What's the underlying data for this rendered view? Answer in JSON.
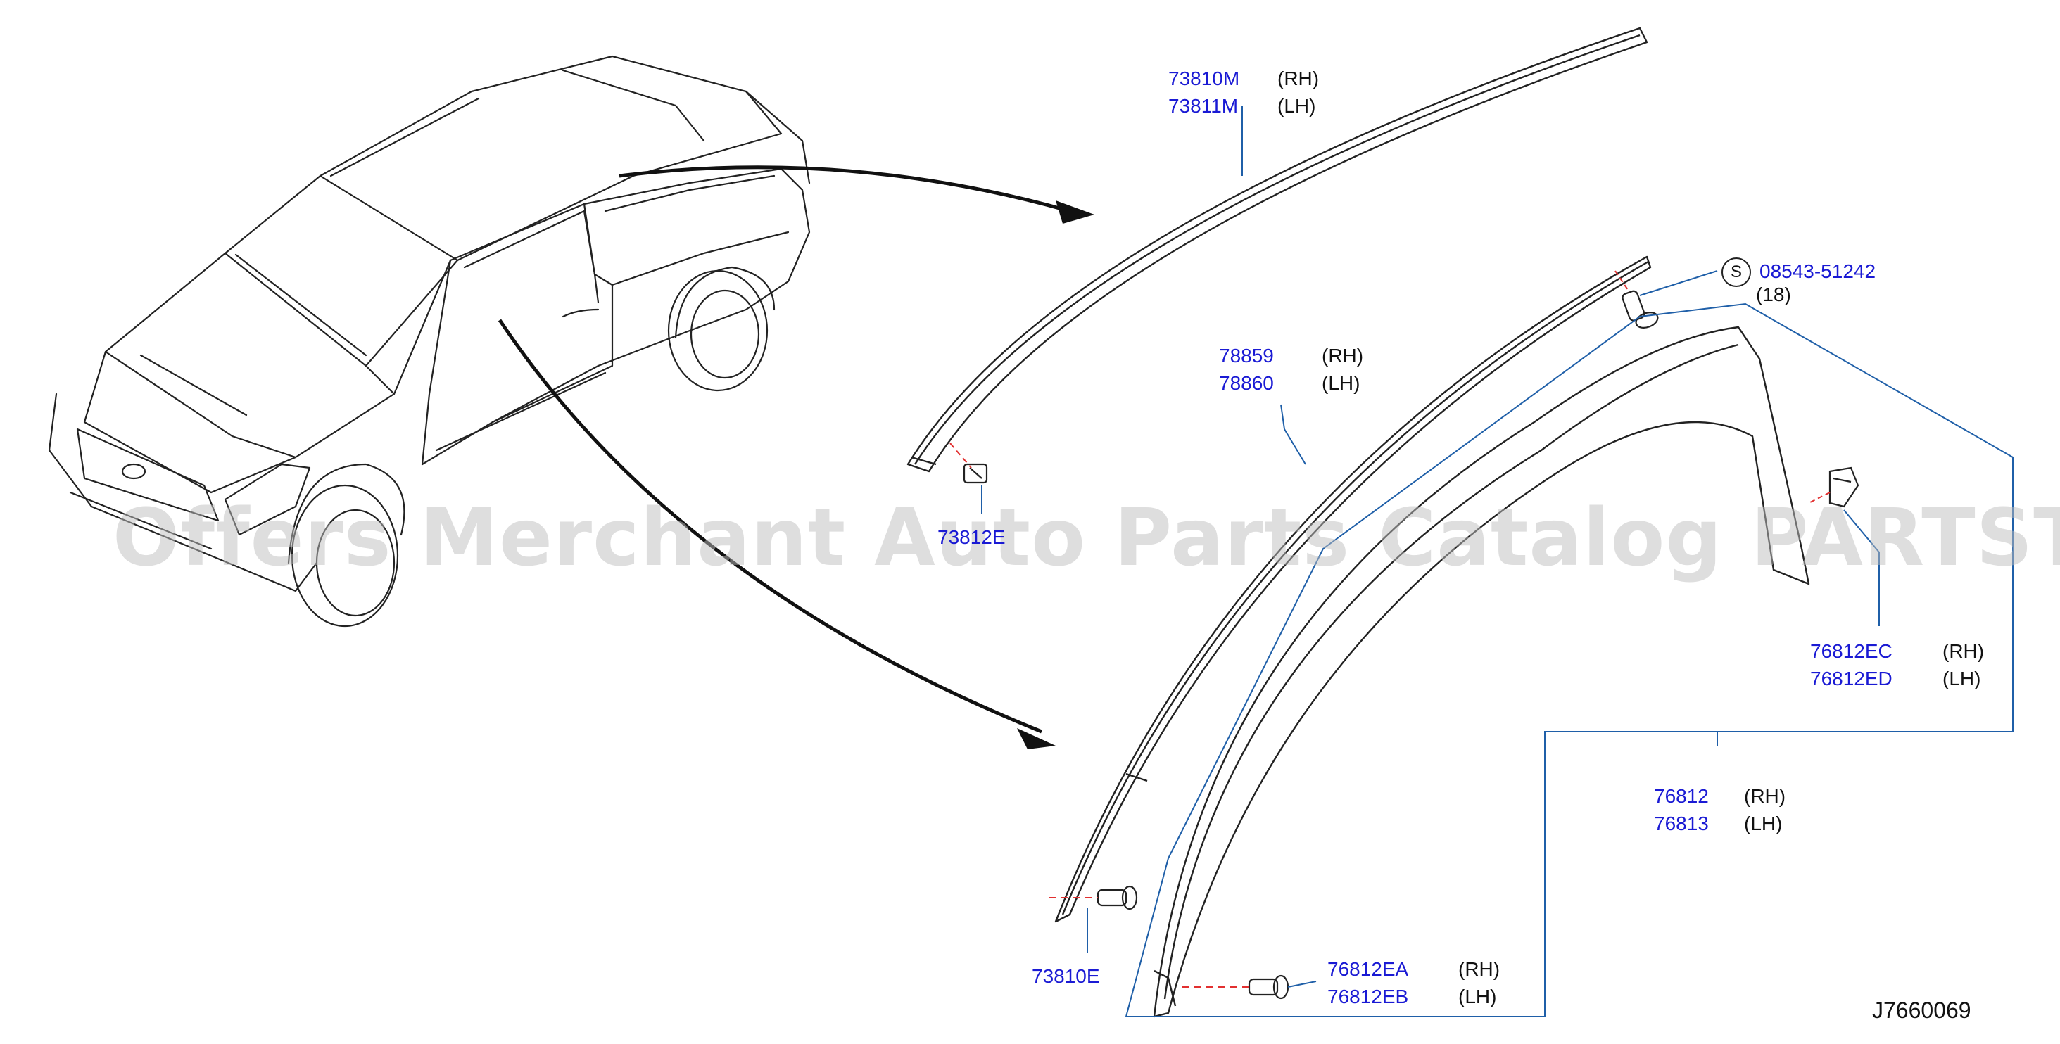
{
  "diagram_id": "J7660069",
  "watermark": "Offers Merchant Auto Parts Catalog PARTSTORE.SA",
  "colors": {
    "part_number": "#1a1ad4",
    "leader": "#1f5fa8",
    "hidden_line": "#e23030",
    "line": "#111111"
  },
  "parts": {
    "roof_molding": {
      "rh_number": "73810M",
      "rh_side": "(RH)",
      "lh_number": "73811M",
      "lh_side": "(LH)"
    },
    "roof_clip": {
      "number": "73812E"
    },
    "drip_molding": {
      "rh_number": "78859",
      "rh_side": "(RH)",
      "lh_number": "78860",
      "lh_side": "(LH)"
    },
    "screw": {
      "symbol": "S",
      "number": "08543-51242",
      "qty": "(18)"
    },
    "clip_upper": {
      "rh_number": "76812EC",
      "rh_side": "(RH)",
      "lh_number": "76812ED",
      "lh_side": "(LH)"
    },
    "pillar_garnish": {
      "rh_number": "76812",
      "rh_side": "(RH)",
      "lh_number": "76813",
      "lh_side": "(LH)"
    },
    "lower_screw": {
      "number": "73810E"
    },
    "clip_lower": {
      "rh_number": "76812EA",
      "rh_side": "(RH)",
      "lh_number": "76812EB",
      "lh_side": "(LH)"
    }
  }
}
